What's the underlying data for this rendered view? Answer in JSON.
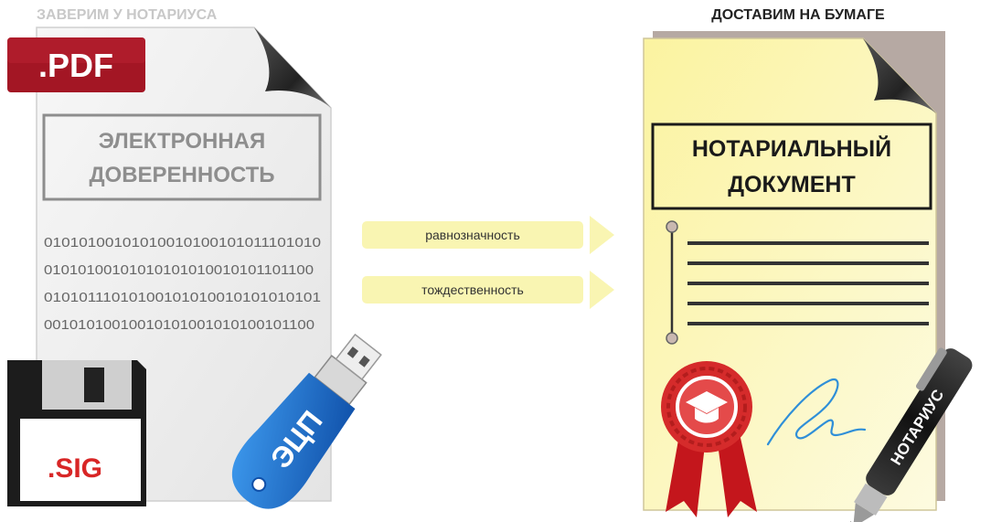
{
  "left": {
    "caption": "ЗАВЕРИМ У НОТАРИУСА",
    "pdf_label": ".PDF",
    "doc_title": [
      "ЭЛЕКТРОННАЯ",
      "ДОВЕРЕННОСТЬ"
    ],
    "binary_lines": [
      "01010100101010010100101011101010",
      "01010100101010101010010101101100",
      "01010111010100101010010101010101",
      "00101010010010101001010100101100"
    ],
    "sig_label": ".SIG",
    "token_label": "ЭЦП"
  },
  "middle": {
    "arrows": [
      "равнозначность",
      "тождественность"
    ]
  },
  "right": {
    "caption": "ДОСТАВИМ НА БУМАГЕ",
    "doc_title": [
      "НОТАРИАЛЬНЫЙ",
      "ДОКУМЕНТ"
    ],
    "pen_label": "НОТАРИУС"
  },
  "colors": {
    "caption_left": "#c8c8c8",
    "caption_right": "#222222",
    "pdf_badge": "#a31624",
    "arrow_fill": "#f9f5b2",
    "paper_yellow": "#fbf6ae",
    "paper_back": "#b6a9a3",
    "token_blue": "#1f76d6",
    "seal_red": "#d52b2b",
    "signature_blue": "#2f8fd8"
  }
}
